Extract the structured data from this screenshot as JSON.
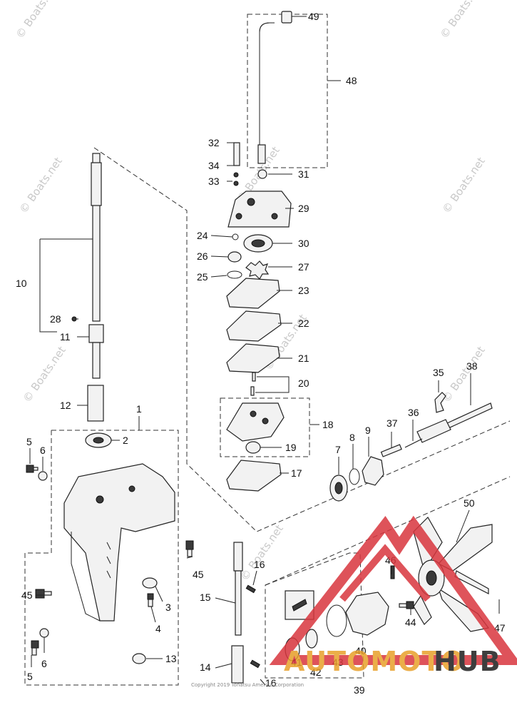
{
  "watermark": "© Boats.net",
  "copyright": "Copyright 2019 Tohatsu America Corporation",
  "brand": {
    "part1": "AUTOMOTO",
    "part2": "HUB",
    "accent_color": "#e8a02a",
    "triangle_color": "#d9363e"
  },
  "callouts": {
    "c1": "1",
    "c2": "2",
    "c3": "3",
    "c4": "4",
    "c5a": "5",
    "c5b": "5",
    "c6a": "6",
    "c6b": "6",
    "c7": "7",
    "c8": "8",
    "c9": "9",
    "c10": "10",
    "c11": "11",
    "c12": "12",
    "c13": "13",
    "c14": "14",
    "c15": "15",
    "c16a": "16",
    "c16b": "16",
    "c17": "17",
    "c18": "18",
    "c19": "19",
    "c20": "20",
    "c21": "21",
    "c22": "22",
    "c23": "23",
    "c24": "24",
    "c25": "25",
    "c26": "26",
    "c27": "27",
    "c28": "28",
    "c29": "29",
    "c30": "30",
    "c31": "31",
    "c32": "32",
    "c33": "33",
    "c34": "34",
    "c35": "35",
    "c36": "36",
    "c37": "37",
    "c38": "38",
    "c39": "39",
    "c40": "40",
    "c41": "41",
    "c42": "42",
    "c43": "43",
    "c44": "44",
    "c45a": "45",
    "c45b": "45",
    "c46": "46",
    "c47": "47",
    "c48": "48",
    "c49": "49",
    "c50": "50"
  }
}
